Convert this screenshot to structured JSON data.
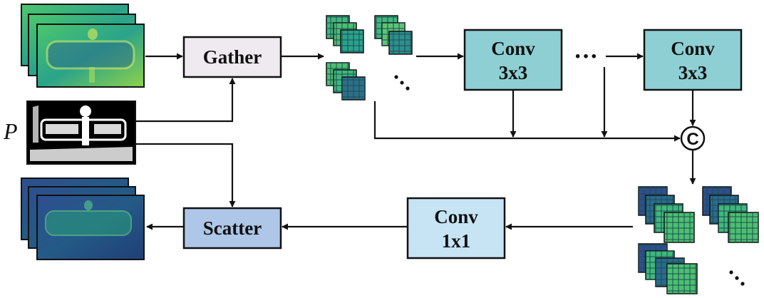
{
  "labels": {
    "gather": "Gather",
    "scatter": "Scatter",
    "conv_a_line1": "Conv",
    "conv_a_line2": "3x3",
    "conv_b_line1": "Conv",
    "conv_b_line2": "3x3",
    "conv_c_line1": "Conv",
    "conv_c_line2": "1x1",
    "p_symbol": "P",
    "concat_symbol": "C",
    "ellipsis_horizontal": "···"
  },
  "colors": {
    "gather_box": "#eeeaf0",
    "scatter_box": "#aec6e8",
    "conv3x3_box": "#8ecfd3",
    "conv1x1_box": "#c6e4f4",
    "feature_green": "#3fb87a",
    "feature_blue": "#2e4f8a",
    "arrow": "#111111"
  }
}
